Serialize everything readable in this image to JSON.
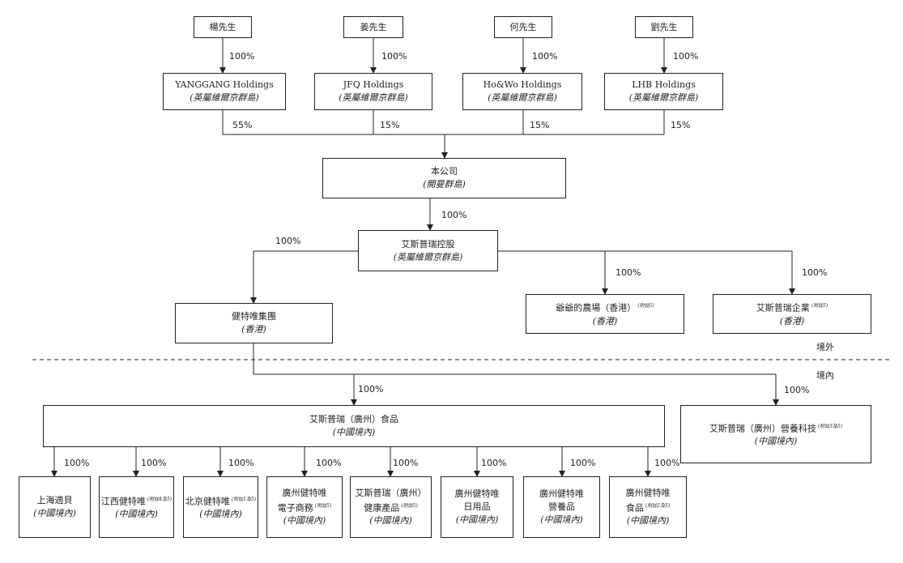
{
  "shareholders": [
    {
      "name": "楊先生",
      "holding": "YANGGANG Holdings",
      "jurisdiction": "(英屬維爾京群島)",
      "own_pct": "100%",
      "stake_pct": "55%"
    },
    {
      "name": "姜先生",
      "holding": "JFQ Holdings",
      "jurisdiction": "(英屬維爾京群島)",
      "own_pct": "100%",
      "stake_pct": "15%"
    },
    {
      "name": "何先生",
      "holding": "Ho&Wo Holdings",
      "jurisdiction": "(英屬維爾京群島)",
      "own_pct": "100%",
      "stake_pct": "15%"
    },
    {
      "name": "劉先生",
      "holding": "LHB Holdings",
      "jurisdiction": "(英屬維爾京群島)",
      "own_pct": "100%",
      "stake_pct": "15%"
    }
  ],
  "company": {
    "name": "本公司",
    "jurisdiction": "(開曼群島)"
  },
  "holdco": {
    "name": "艾斯普瑞控股",
    "jurisdiction": "(英屬維爾京群島)",
    "pct": "100%"
  },
  "offshore": [
    {
      "name": "健特唯集團",
      "jurisdiction": "(香港)",
      "note": "",
      "pct": "100%"
    },
    {
      "name": "爺爺的農場（香港）",
      "jurisdiction": "(香港)",
      "note": "(附註5)",
      "pct": "100%"
    },
    {
      "name": "艾斯普瑞企業",
      "jurisdiction": "(香港)",
      "note": "(附註5)",
      "pct": "100%"
    }
  ],
  "zones": {
    "offshore": "境外",
    "onshore": "境內"
  },
  "onshore_parent": {
    "name": "艾斯普瑞（廣州）食品",
    "jurisdiction": "(中國境內)",
    "pct": "100%"
  },
  "onshore_side": {
    "name": "艾斯普瑞（廣州）營養科技",
    "jurisdiction": "(中國境內)",
    "note": "(附註3及5)",
    "pct": "100%"
  },
  "subsidiaries": [
    {
      "line1": "上海適貝",
      "line2": "",
      "note": "",
      "jurisdiction": "(中國境內)",
      "pct": "100%"
    },
    {
      "line1": "江西健特唯",
      "line2": "",
      "note": "(附註4及5)",
      "jurisdiction": "(中國境內)",
      "pct": "100%"
    },
    {
      "line1": "北京健特唯",
      "line2": "",
      "note": "(附註1及5)",
      "jurisdiction": "(中國境內)",
      "pct": "100%"
    },
    {
      "line1": "廣州健特唯",
      "line2": "電子商務",
      "note": "(附註5)",
      "jurisdiction": "(中國境內)",
      "pct": "100%"
    },
    {
      "line1": "艾斯普瑞（廣州）",
      "line2": "健康產品",
      "note": "(附註5)",
      "jurisdiction": "(中國境內)",
      "pct": "100%"
    },
    {
      "line1": "廣州健特唯",
      "line2": "日用品",
      "note": "",
      "jurisdiction": "(中國境內)",
      "pct": "100%"
    },
    {
      "line1": "廣州健特唯",
      "line2": "營養品",
      "note": "",
      "jurisdiction": "(中國境內)",
      "pct": "100%"
    },
    {
      "line1": "廣州健特唯",
      "line2": "食品",
      "note": "(附註2及5)",
      "jurisdiction": "(中國境內)",
      "pct": "100%"
    }
  ]
}
